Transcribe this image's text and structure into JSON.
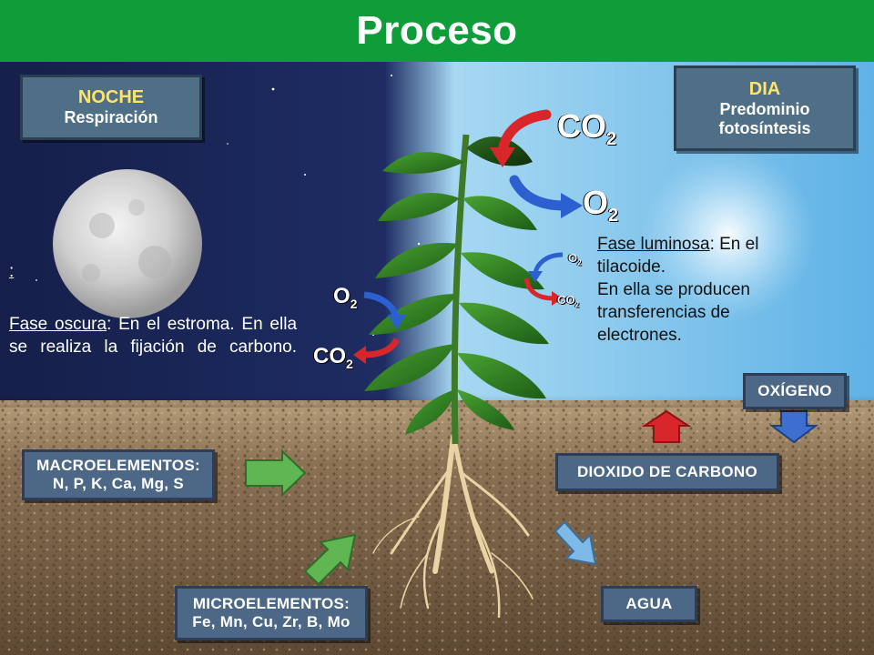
{
  "title": "Proceso",
  "night_box": {
    "heading": "NOCHE",
    "sub": "Respiración"
  },
  "day_box": {
    "heading": "DIA",
    "line1": "Predominio",
    "line2": "fotosíntesis"
  },
  "left_colon": ":",
  "phase_dark": {
    "term": "Fase oscura",
    "rest": ": En el estroma. En ella se realiza la fijación de carbono."
  },
  "phase_light": {
    "term": "Fase luminosa",
    "line1": ": En el tilacoide.",
    "line2": "En ella se producen transferencias de electrones."
  },
  "gases": {
    "co2_top": "CO",
    "o2_top": "O",
    "o2_left": "O",
    "co2_left": "CO",
    "sub2": "2",
    "small_o2": "O",
    "small_co2": "CO"
  },
  "ground_labels": {
    "macro_title": "MACROELEMENTOS:",
    "macro_list": "N, P, K, Ca, Mg, S",
    "micro_title": "MICROELEMENTOS:",
    "micro_list": "Fe, Mn, Cu, Zr, B, Mo",
    "oxygen": "OXÍGENO",
    "co2": "DIOXIDO DE CARBONO",
    "water": "AGUA"
  },
  "colors": {
    "title_bg": "#0f9d3a",
    "night_sky": "#17214d",
    "day_sky": "#8fd0f0",
    "box_bg": "#4f6f86",
    "heading_yellow": "#ffe36b"
  }
}
